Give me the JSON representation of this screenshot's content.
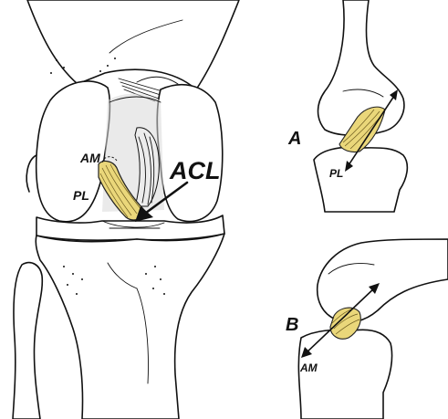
{
  "labels": {
    "acl": "ACL",
    "am_main": "AM",
    "pl_main": "PL",
    "panel_a": "A",
    "pl_a": "PL",
    "panel_b": "B",
    "am_b": "AM"
  },
  "colors": {
    "ligament": "#ead77a",
    "ligament_dark": "#c9b04a",
    "ink": "#111111",
    "background": "#ffffff"
  }
}
